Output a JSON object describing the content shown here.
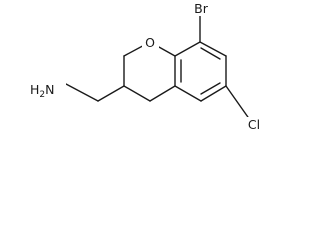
{
  "structure": {
    "atoms": [
      {
        "id": "br",
        "text": "Br"
      },
      {
        "id": "o",
        "text": "O"
      },
      {
        "id": "cl",
        "text": "Cl"
      },
      {
        "id": "nh2",
        "text": "H2N"
      }
    ]
  },
  "colors": {
    "bond": "#1a1a1a",
    "label": "#1a1a1a",
    "background": "#ffffff"
  }
}
